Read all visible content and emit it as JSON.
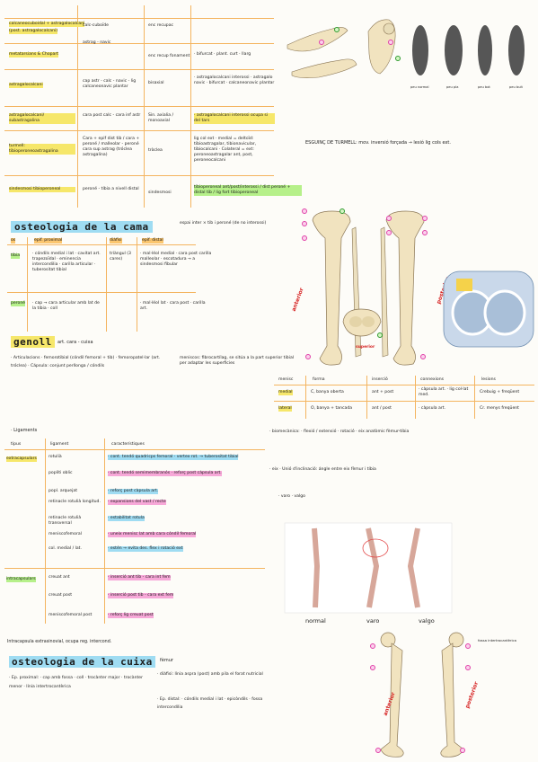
{
  "ligaments_table": {
    "rows": [
      {
        "name": "calcaneocuboidal + astragalocalcani",
        "sub": "(post. astragalocalcani)",
        "desc": "calc-cuboïde",
        "third": "enc recupac"
      },
      {
        "name": "metatarsians & Chopart",
        "desc": "astrag - navic",
        "third": "enc recup fonament",
        "note": "· bifurcat · plant. curt · llarg"
      },
      {
        "name": "astragalocalcani",
        "desc": "cap astr - calc - navic - lig calcaneonavic plantar",
        "third": "bisaxial",
        "note": "· astragalocalcani interossi · astragalo navic · bifurcat · calcaneonavic plantar"
      },
      {
        "name": "astragalocalcani/ subastragalina",
        "desc": "cara post calc - cara inf astr",
        "third": "Sin. axialia / monoaxial",
        "note": "· astragalocalcani interossi ocupa si del tars"
      },
      {
        "name": "turmell: tibioperoneoastragalina",
        "desc": "Cara + epif dist tib / cara + peroné / malleolar - peroné cara sup astrag (tróclea astragalina)",
        "third": "tròclea",
        "note": "lig col ext · medial = deltoïd: tibioastragalar, tibionavicular, tibiocalcani · Colateral = ext: peroneoastragalar ant, post, peroneocalcani"
      },
      {
        "name": "sindesmosi tibioperoneal",
        "desc": "peroné - tíbia a nivell distal",
        "third": "sindesmosi",
        "note": "tibioperoneal ant/post/interossi / dist peroné + distal tib / lig fort tibioperoneal"
      }
    ],
    "sprain": "ESGUINÇ DE TURMELL: mov. inversió forçada → lesió lig cols ext."
  },
  "foot_labels": [
    "peu normal",
    "peu pla",
    "peu bot",
    "peu buit"
  ],
  "leg_section": {
    "title": "osteologia de la cama",
    "note": "espai inter × tib i peroné (de no interossi)",
    "headers": [
      "os",
      "epif. proximal",
      "diàfisi",
      "epif. distal"
    ],
    "tibia": {
      "name": "tíbia",
      "prox": "· cóndils medial i lat · cavitat art. trapezoïdal · eminencia intercondilia · carilla articular · tuberositat tibial",
      "diaf": "tríàngul (3 cares)",
      "dist": "· mal·léol medial · cara post carilla malleolar · escotadura → a sindesmosi fibular"
    },
    "perone": {
      "name": "peroné",
      "prox": "· cap → cara articular amb lat de la tíbia · coll",
      "dist": "· mal·léol lat · cara post · carilla art."
    },
    "anterior": "anterior",
    "posterior": "posterior",
    "superior": "superior"
  },
  "knee_section": {
    "title": "genoll",
    "subtitle": "art. cara - cuixa",
    "parts": "· Articulacions · femorotibial (cóndil femoral + tib) · femoropatel·lar (art. tróclea) · Cápsula: conjunt perllonga / cóndils",
    "meniscs_note": "meniscos: fibrocartílag, se sitúa a la part superior tibial per adaptar les superficies",
    "meniscs_headers": [
      "menisc",
      "forma",
      "inserció",
      "connexions",
      "lesions"
    ],
    "meniscs": [
      {
        "name": "medial",
        "forma": "C, banya oberta",
        "ins": "ant + post",
        "con": "· càpsula art. · lig col·lat med.",
        "les": "Crebuig + freqüent"
      },
      {
        "name": "lateral",
        "forma": "O, banya + tancada",
        "ins": "ant / post",
        "con": "· càpsula art.",
        "les": "Cr. menys freqüent"
      }
    ],
    "ligaments_title": "· Ligaments",
    "lig_headers": [
      "tipus",
      "ligament",
      "característiques"
    ],
    "ligaments": [
      {
        "tipus": "extracapsulars",
        "name": "rotulià",
        "desc": "· cont. tendó quadricps femoral · vertex rot. → tuberositat tibial"
      },
      {
        "tipus": "",
        "name": "popliti oblic",
        "desc": "· cont. tendó semimembranós · reforç post càpsula art."
      },
      {
        "tipus": "",
        "name": "popl. arquejat",
        "desc": "· reforç post càpsula art."
      },
      {
        "tipus": "",
        "name": "retinacle rotulià longitud.",
        "desc": "· expansions del vast / recte"
      },
      {
        "tipus": "",
        "name": "retinacle rotulià transversal",
        "desc": "· estabilitat rotula"
      },
      {
        "tipus": "",
        "name": "meniscofemoral",
        "desc": "· uneix menisc lat amb cara cóndil femoral"
      },
      {
        "tipus": "",
        "name": "col. medial / lat.",
        "desc": "· estén → evita des. flex i rotació ext"
      },
      {
        "tipus": "intracapsulars",
        "name": "creuat ant",
        "desc": "· inserció ant tib - cara int fem"
      },
      {
        "tipus": "",
        "name": "creuat post",
        "desc": "· inserció post tib - cara ext fem"
      },
      {
        "tipus": "",
        "name": "meniscofemoral post",
        "desc": "· reforç lig creuat post"
      }
    ],
    "extra_note": "Intracapsula extrasinovial, ocupa reg. intercond.",
    "biomech": "· biomecànica: · flexió / extensió · rotació · eix anatòmic fèmur-tíbia",
    "angles": "· eix · Unió d'inclinació: ángle entre eix fèmur i tíbia",
    "valgus_note": "· varo · valgo",
    "leg_labels": [
      "normal",
      "varo",
      "valgo"
    ]
  },
  "thigh_section": {
    "title": "osteologia de la cuixa",
    "subtitle": "fèmur",
    "prox": "· Ep. proximal: · cap amb fossa · coll · trocànter major · trocànter menor · línia intertrocantèrica",
    "diaf": "· diàfisi: línia aspra (post) amb pila el forat nutricial",
    "dist": "· Ep. distal: · cóndils medial i lat · epicòndils · fossa intercondília",
    "anterior": "anterior",
    "posterior": "posterior",
    "cap_label": "fossa intertrocantèrica"
  },
  "colors": {
    "line": "#f4b45f",
    "yellow": "#f6e76a",
    "pink": "#f7a8d8",
    "green": "#b6f08a",
    "bone": "#f1e3bf"
  }
}
